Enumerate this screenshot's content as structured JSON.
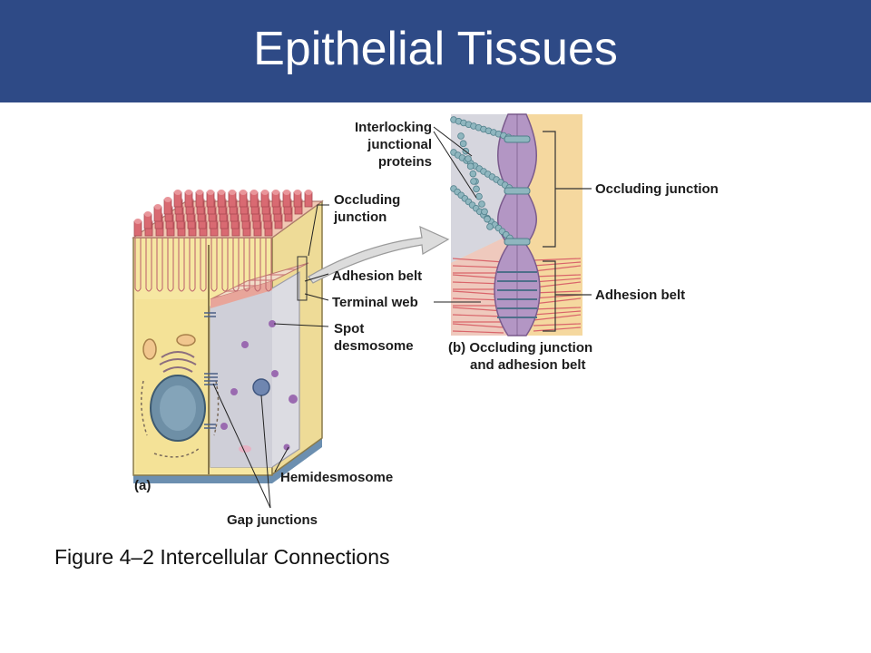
{
  "slide": {
    "title": "Epithelial Tissues",
    "caption": "Figure 4–2 Intercellular Connections"
  },
  "panel_a": {
    "tag": "(a)",
    "labels": {
      "occluding_line1": "Occluding",
      "occluding_line2": "junction",
      "adhesion_belt": "Adhesion belt",
      "terminal_web": "Terminal web",
      "spot_line1": "Spot",
      "spot_line2": "desmosome",
      "hemidesmosome": "Hemidesmosome",
      "gap_junctions": "Gap junctions"
    }
  },
  "panel_b": {
    "caption_line1": "(b) Occluding junction",
    "caption_line2": "and adhesion belt",
    "labels": {
      "interlocking_line1": "Interlocking",
      "interlocking_line2": "junctional",
      "interlocking_line3": "proteins",
      "occluding_junction": "Occluding junction",
      "adhesion_belt": "Adhesion belt"
    }
  },
  "colors": {
    "header": "#2e4a86",
    "cell_cytoplasm": "#f6e7a2",
    "cut_face": "#dcdce2",
    "microvilli": "#d96a72",
    "membrane_purple": "#9a7aac",
    "junction_bead": "#8fb6bf"
  }
}
